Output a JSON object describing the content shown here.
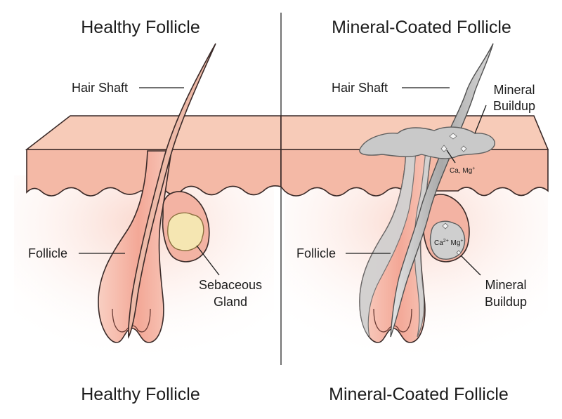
{
  "left_panel": {
    "title_top": "Healthy Follicle",
    "title_bottom": "Healthy Follicle",
    "labels": {
      "hair_shaft": "Hair Shaft",
      "follicle": "Follicle",
      "sebaceous_line1": "Sebaceous",
      "sebaceous_line2": "Gland"
    }
  },
  "right_panel": {
    "title_top": "Mineral-Coated Follicle",
    "title_bottom": "Mineral-Coated Follicle",
    "labels": {
      "hair_shaft": "Hair Shaft",
      "mineral_top_line1": "Mineral",
      "mineral_top_line2": "Buildup",
      "ions_upper": "Ca, Mg",
      "ions_upper_sup": "+",
      "follicle": "Follicle",
      "ions_gland_a": "Ca",
      "ions_gland_a_sup": "2+",
      "ions_gland_b": " Mg",
      "ions_gland_b_sup": "+",
      "mineral_bottom_line1": "Mineral",
      "mineral_bottom_line2": "Buildup"
    }
  },
  "colors": {
    "skin_surface": "#f6c6b2",
    "skin_dermis": "#f7b9a6",
    "follicle": "#f4b2a3",
    "hair": "#efbcaa",
    "sebum": "#f4e6b4",
    "mineral": "#c5c5c5",
    "outline": "#3a2a28"
  }
}
